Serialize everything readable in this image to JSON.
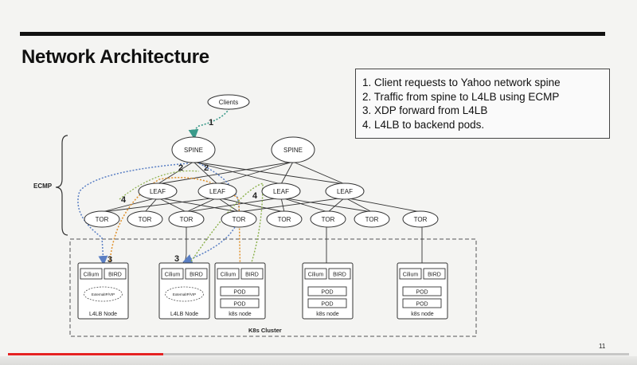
{
  "title": "Network Architecture",
  "steps": [
    "1. Client requests to Yahoo network spine",
    "2. Traffic from spine to L4LB using ECMP",
    "3. XDP forward from L4LB",
    "4. L4LB to backend pods."
  ],
  "diagram": {
    "clients_label": "Clients",
    "spine_label": "SPINE",
    "leaf_label": "LEAF",
    "tor_label": "TOR",
    "ecmp_label": "ECMP",
    "cilium_label": "Cilium",
    "bird_label": "BIRD",
    "pod_label": "POD",
    "external_vip_label": "ExternalIP/VIP",
    "l4lb_node_label": "L4LB Node",
    "k8s_node_label": "k8s node",
    "cluster_label": "K8s Cluster",
    "step_markers": [
      "1",
      "2",
      "2",
      "3",
      "3",
      "4",
      "4"
    ]
  },
  "colors": {
    "arrow_teal": "#3a9a8a",
    "arrow_blue": "#5a7fc4",
    "arrow_orange": "#e0902a",
    "arrow_green": "#8ab04a",
    "accent_red": "#e52222"
  },
  "page_number": "11",
  "video_progress": 0.25
}
